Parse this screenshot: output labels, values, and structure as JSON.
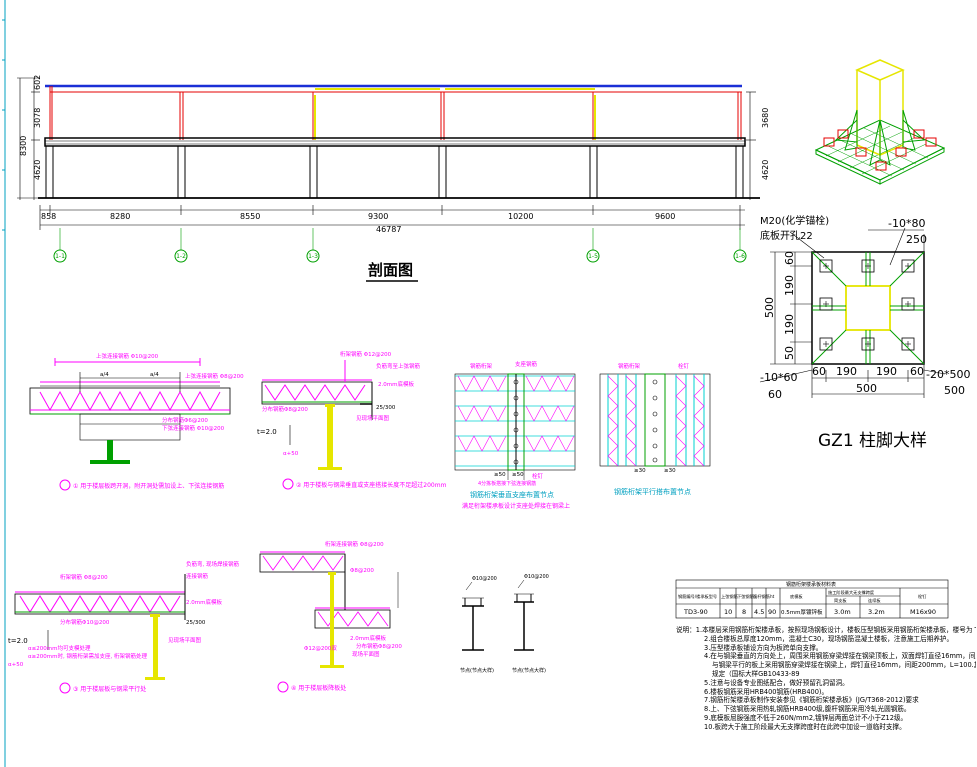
{
  "section": {
    "title": "剖面图",
    "heights_left": [
      "602",
      "3078",
      "4620"
    ],
    "height_total_left": "8300",
    "heights_right": [
      "3680",
      "4620"
    ],
    "spans": [
      "858",
      "8280",
      "8550",
      "9300",
      "10200",
      "9600"
    ],
    "span_total": "46787",
    "axes": [
      "1-1",
      "1-2",
      "1-3",
      "1-5",
      "1-6"
    ]
  },
  "base_plate": {
    "title": "GZ1 柱脚大样",
    "bolt_label": "M20(化学锚栓)",
    "hole_label": "底板开孔22",
    "rib_label": "-10*80",
    "rib_top": "250",
    "plate_side": "500",
    "vert_dims": [
      "60",
      "190",
      "190",
      "50"
    ],
    "horiz_dims": [
      "60",
      "190",
      "190",
      "60"
    ],
    "plate_width": "500",
    "left_plate": "-10*60",
    "left_plate_w": "60",
    "right_plate": "-20*500",
    "right_plate_w": "500"
  },
  "details": {
    "d1": {
      "caption": "① 用于楼层板跨开洞，附开洞处需加设上、下弦连接钢筋",
      "top_label": "上弦连接钢筋 Φ10@200",
      "bar_label": "上弦连接钢筋 Φ8@200",
      "dims": [
        "a/4",
        "a/4"
      ],
      "labels_right": [
        "分布钢筋Φ6@200",
        "下弦连接钢筋 Φ10@200"
      ]
    },
    "d2": {
      "caption": "② 用于楼板与钢梁垂直或支座搭接长度不足超过200mm",
      "top_label": "桁架钢筋 Φ12@200",
      "side_labels": [
        "负筋弯至上弦钢筋",
        "2.0mm底模板"
      ],
      "slope": "25/300",
      "note": "见现场平面图",
      "dist_label": "分布钢筋Φ8@200",
      "t_label": "t=2.0",
      "a_label": "α+50"
    },
    "d3": {
      "title": "钢筋桁架垂直支座布置节点",
      "subtitle": "满足桁架楼承板设计支座处焊接在钢梁上",
      "labels": [
        "钢筋桁架",
        "支座钢筋",
        "栓钉"
      ],
      "dims": [
        "≥50",
        "≥50"
      ],
      "note": "4分拣板搭接下弦连接钢筋"
    },
    "d4": {
      "title": "钢筋桁架平行搭布置节点",
      "labels": [
        "钢筋桁架",
        "栓钉"
      ],
      "dims": [
        "≥30",
        "≥30"
      ]
    },
    "d5": {
      "caption": "③ 用于楼层板与钢梁平行处",
      "top_label": "桁架钢筋 Φ8@200",
      "side_labels": [
        "负筋弯, 现场焊接钢筋",
        "连接钢筋"
      ],
      "labels": [
        "2.0mm底模板",
        "分布钢筋Φ10@200",
        "见现场平面图"
      ],
      "slope": "25/300",
      "t_label": "t=2.0",
      "notes": [
        "α≤200mm均可支模处理",
        "α≥200mm时, 钢筋桁架需加支座, 桁架钢筋处理"
      ],
      "a_label": "α+50"
    },
    "d6": {
      "caption": "④ 用于楼层板降板处",
      "top_label": "桁架连接钢筋 Φ8@200",
      "labels": [
        "Φ8@200",
        "2.0mm底模板",
        "分布钢筋Φ8@200",
        "Φ12@200双",
        "现场平面图"
      ]
    },
    "d7": {
      "labels": [
        "Φ10@200",
        "Φ10@200"
      ],
      "captions": [
        "节点(节点大样)",
        "节点(节点大样)"
      ]
    }
  },
  "material_table": {
    "title": "钢筋桁架楼承板材料表",
    "headers": [
      "钢筋编号/楼承板型号",
      "上弦钢筋",
      "下弦钢筋",
      "腹杆钢筋",
      "ht",
      "底模板",
      "施工阶段最大无支撑跨度",
      "栓钉"
    ],
    "subheaders": [
      "简支板",
      "连续板"
    ],
    "row": [
      "TD3-90",
      "10",
      "8",
      "4.5",
      "90",
      "0.5mm厚镀锌板",
      "3.0m",
      "3.2m",
      "M16x90"
    ]
  },
  "notes": [
    "说明：1.本楼层采用钢筋桁架楼承板，按照现场钢板设计，楼板压型钢板采用钢筋桁架楼承板，楼号为 TD3-90；",
    "2.组合楼板总厚度120mm，混凝土C30，现场钢筋混凝土楼板，注意施工后期养护。",
    "3.压型楼承板铺设方向为板跨单向支撑。",
    "4.在与钢梁垂直的方向处上，周围采用钢筋穿梁焊接在钢梁顶板上，双面焊钉直径16mm，间距200mm，",
    "与钢梁平行的板上采用钢筋穿梁焊接在钢梁上，焊钉直径16mm，间距200mm，L=100.其余焊接应满足",
    "规定（国标大样GB10433-89",
    "5.注意与设备专业图纸配合，做好预留孔洞留洞。",
    "6.楼板钢筋采用HRB400钢筋(HRB400)。",
    "7.钢筋桁架楼承板制作安装参见《钢筋桁架楼承板》(JG/T368-2012)要求",
    "8.上、下弦钢筋采用热轧钢筋HRB400级,腹杆钢筋采用冷轧光圆钢筋。",
    "9.底模板屈服强度不低于260N/mm2,镀锌层两面总计不小于Z12级。",
    "10.板跨大于施工阶段最大无支撑跨度时在此跨中加设一道临时支撑。"
  ],
  "colors": {
    "line": "#000000",
    "column": "#e60000",
    "roof": "#1a2fd6",
    "yellow": "#e6e600",
    "green": "#00a000",
    "magenta": "#ff00ff",
    "cyan": "#00d0d0",
    "dim": "#0000ff"
  }
}
